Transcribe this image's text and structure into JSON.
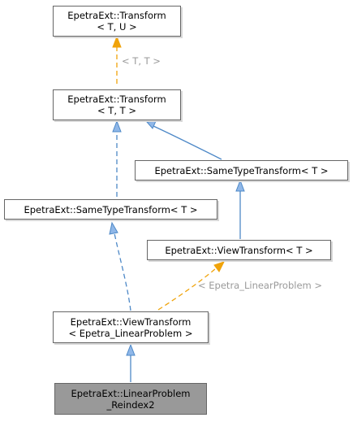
{
  "nodes": {
    "transform_tu": {
      "line1": "EpetraExt::Transform",
      "line2": "< T, U >"
    },
    "transform_tt": {
      "line1": "EpetraExt::Transform",
      "line2": "< T, T >"
    },
    "sametype_right": {
      "line1": "EpetraExt::SameTypeTransform< T >"
    },
    "sametype_left": {
      "line1": "EpetraExt::SameTypeTransform< T >"
    },
    "viewtransform_t": {
      "line1": "EpetraExt::ViewTransform< T >"
    },
    "viewtransform_lp": {
      "line1": "EpetraExt::ViewTransform",
      "line2": "< Epetra_LinearProblem >"
    },
    "reindex": {
      "line1": "EpetraExt::LinearProblem",
      "line2": "_Reindex2"
    }
  },
  "edge_labels": {
    "tt_template": "< T, T >",
    "lp_template": "< Epetra_LinearProblem >"
  },
  "colors": {
    "inheritance_edge": "#4d88c7",
    "inheritance_arrow_fill": "#8fb7e8",
    "template_edge": "#f0a30a",
    "current_node_fill": "#999999"
  }
}
